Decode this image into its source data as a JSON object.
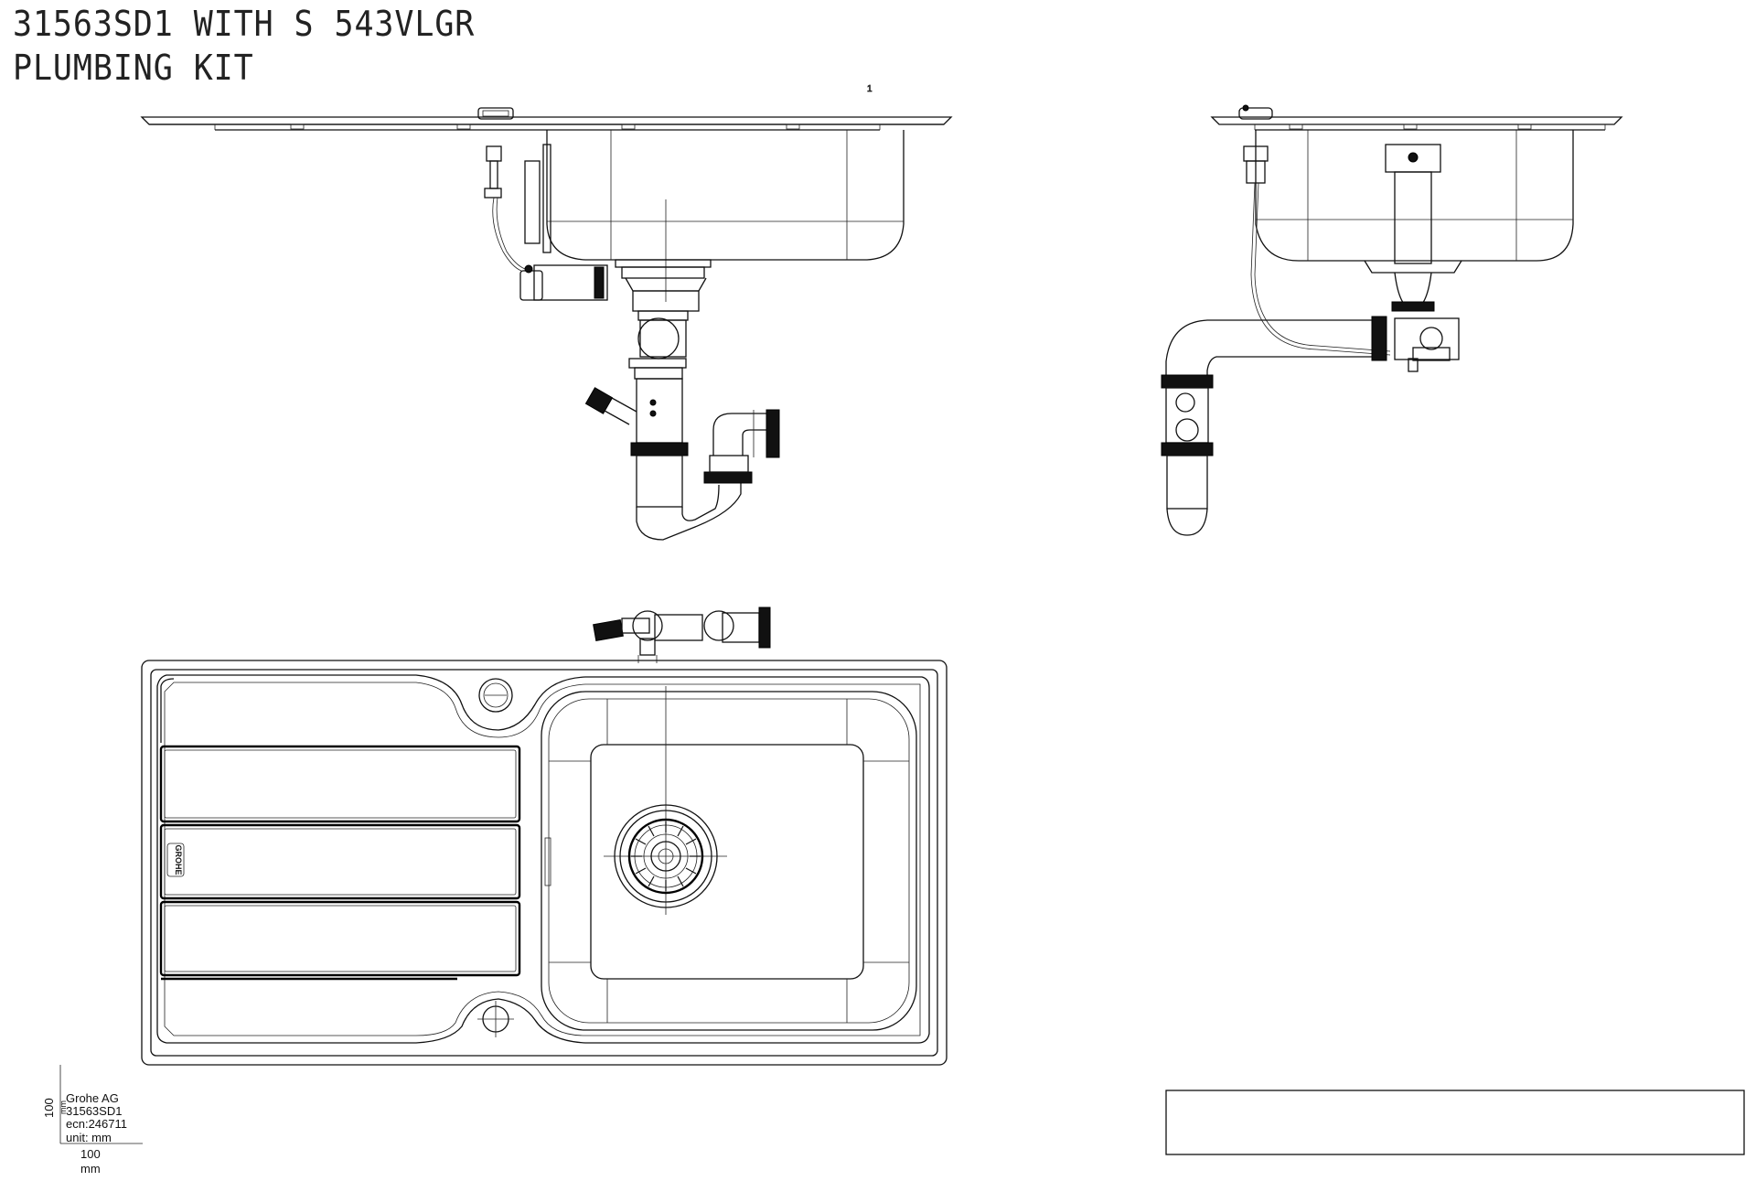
{
  "drawing": {
    "title_line1": "31563SD1  WITH  S  543VLGR",
    "title_line2": "PLUMBING  KIT",
    "mark": "1"
  },
  "logo_text": "GROHE",
  "scale_block": {
    "company": "Grohe AG",
    "part": "31563SD1",
    "ecn": "ecn:246711",
    "unit": "unit: mm",
    "vertical_label": "100",
    "vertical_unit": "mm",
    "horizontal_label": "100",
    "horizontal_unit": "mm"
  },
  "title_box": ""
}
